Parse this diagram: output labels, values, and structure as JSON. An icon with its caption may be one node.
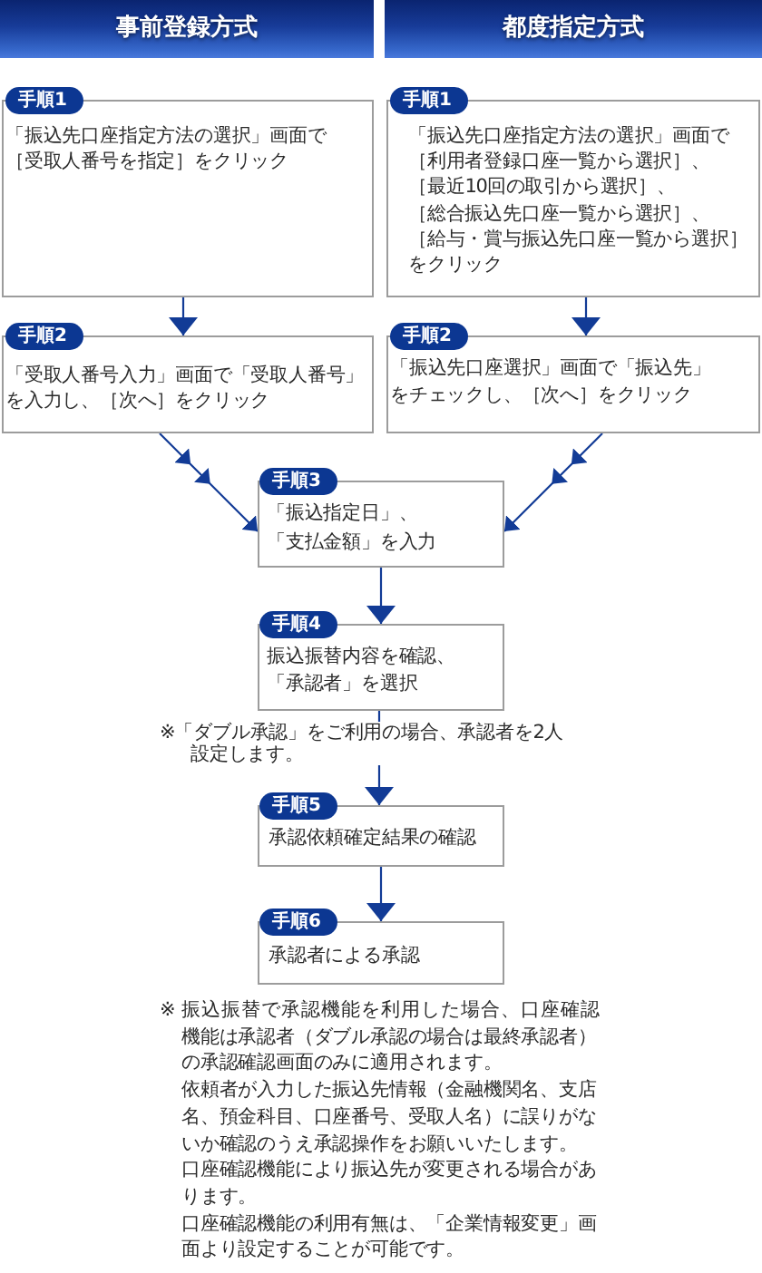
{
  "diagram": {
    "nodes": [
      {
        "text": [
          "事前登録方式"
        ]
      },
      {
        "text": [
          "都度指定方式"
        ]
      },
      {
        "text": [
          "手順1",
          "「振込先口座指定方法の選択」画面で［受取人番号を指定］をクリック"
        ]
      },
      {
        "text": [
          "手順1",
          "「振込先口座指定方法の選択」画面で［利用者登録口座一覧から選択］、［最近10回の取引から選択］、［総合振込先口座一覧から選択］、［給与・賞与振込先口座一覧から選択］をクリック"
        ]
      },
      {
        "text": [
          "手順2",
          "「受取人番号入力」画面で「受取人番号」を入力し、［次へ］をクリック"
        ]
      },
      {
        "text": [
          "手順2",
          "「振込先口座選択」画面で「振込先」をチェックし、［次へ］をクリック"
        ]
      },
      {
        "text": [
          "手順3",
          "「振込指定日」、「支払金額」を入力"
        ]
      },
      {
        "text": [
          "手順4",
          "振込振替内容を確認、「承認者」を選択"
        ]
      },
      {
        "text": [
          "手順5",
          "承認依頼確定結果の確認"
        ]
      },
      {
        "text": [
          "手順6",
          "承認者による承認"
        ]
      }
    ],
    "edges": [
      {
        "from": 2,
        "to": 4,
        "arrow": "to"
      },
      {
        "from": 3,
        "to": 5,
        "arrow": "to"
      },
      {
        "from": 4,
        "to": 6,
        "arrow": "to"
      },
      {
        "from": 5,
        "to": 6,
        "arrow": "to"
      },
      {
        "from": 6,
        "to": 7,
        "arrow": "to"
      },
      {
        "from": 7,
        "to": 8,
        "arrow": "to"
      },
      {
        "from": 8,
        "to": 9,
        "arrow": "to"
      }
    ],
    "labels": [
      "※「ダブル承認」をご利用の場合、承認者を2人設定します。",
      "※ 振込振替で承認機能を利用した場合、口座確認機能は承認者（ダブル承認の場合は最終承認者）の承認確認画面のみに適用されます。",
      "依頼者が入力した振込先情報（金融機関名、支店名、預金科目、口座番号、受取人名）に誤りがないか確認のうえ承認操作をお願いいたします。",
      "口座確認機能により振込先が変更される場合があります。",
      "口座確認機能の利用有無は、「企業情報変更」画面より設定することが可能です。"
    ]
  }
}
